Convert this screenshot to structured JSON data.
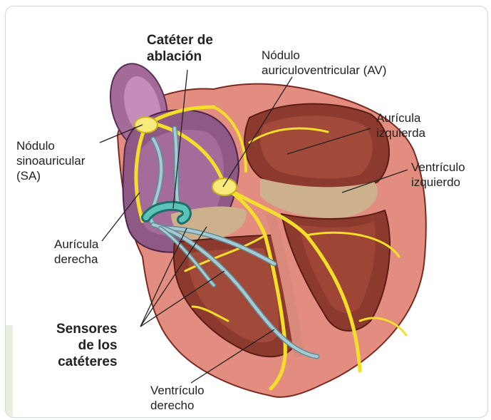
{
  "labels": {
    "ablation_catheter": "Catéter de\nablación",
    "av_node": "Nódulo\nauriculoventricular (AV)",
    "sa_node": "Nódulo\nsinoauricular\n(SA)",
    "left_atrium": "Aurícula\nizquierda",
    "left_ventricle": "Ventrículo\nizquierdo",
    "right_atrium": "Aurícula\nderecha",
    "catheter_sensors": "Sensores\nde los\ncatéteres",
    "right_ventricle": "Ventrículo\nderecho"
  },
  "colors": {
    "myocardium": "#e08a7e",
    "chamber_dark": "#8c3a2e",
    "right_atrium": "#8e5a85",
    "conduction": "#f3df2a",
    "catheter": "#9ec2cc",
    "ablation_tip": "#3aa7a0"
  }
}
